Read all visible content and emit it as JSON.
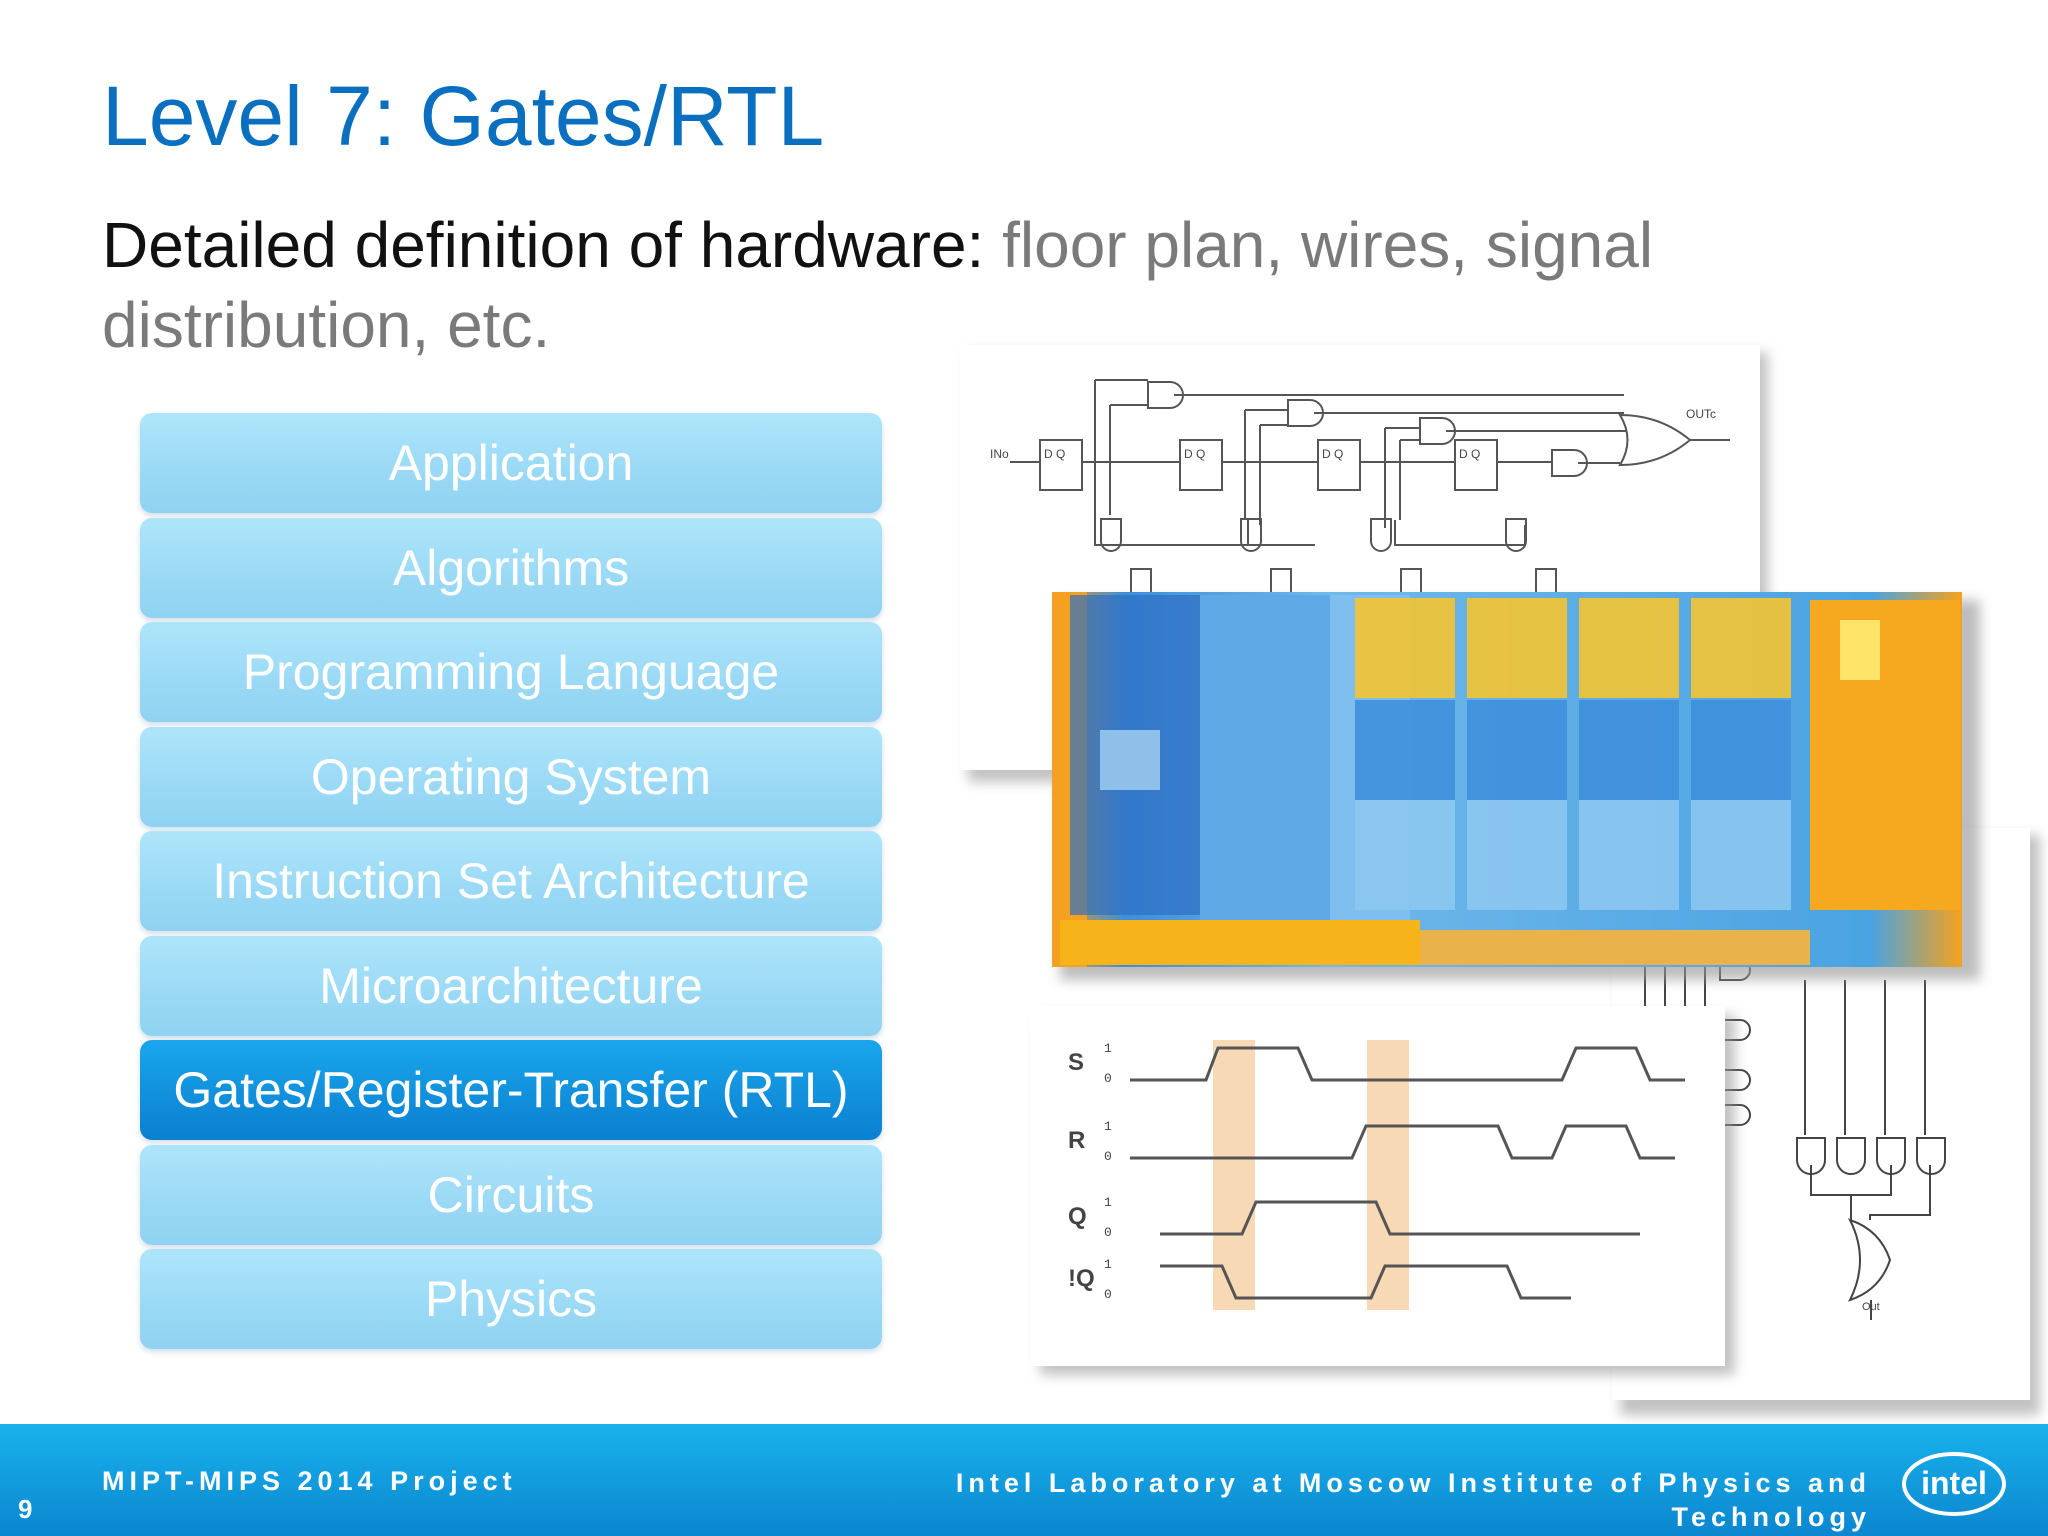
{
  "slide": {
    "title": "Level 7: Gates/RTL",
    "subtitle_lead": "Detailed definition of hardware:",
    "subtitle_rest": " floor plan, wires, signal distribution, etc."
  },
  "layers": [
    {
      "label": "Application",
      "active": false
    },
    {
      "label": "Algorithms",
      "active": false
    },
    {
      "label": "Programming Language",
      "active": false
    },
    {
      "label": "Operating System",
      "active": false
    },
    {
      "label": "Instruction Set Architecture",
      "active": false
    },
    {
      "label": "Microarchitecture",
      "active": false
    },
    {
      "label": "Gates/Register-Transfer (RTL)",
      "active": true
    },
    {
      "label": "Circuits",
      "active": false
    },
    {
      "label": "Physics",
      "active": false
    }
  ],
  "schematic": {
    "in_label": "INo",
    "out_label": "OUTc",
    "ff_label": "D Q"
  },
  "timing": {
    "signals": [
      "S",
      "R",
      "Q",
      "!Q"
    ],
    "level_high": "1",
    "level_low": "0"
  },
  "gate_tree": {
    "out_label": "Out"
  },
  "footer": {
    "page_number": "9",
    "project": "MIPT-MIPS 2014 Project",
    "lab": "Intel Laboratory at Moscow Institute of Physics and Technology",
    "logo_text": "intel"
  },
  "colors": {
    "title": "#0a6fbf",
    "layer": "#9ad9f5",
    "layer_active": "#0a7fd0",
    "footer": "#12a0e0"
  }
}
